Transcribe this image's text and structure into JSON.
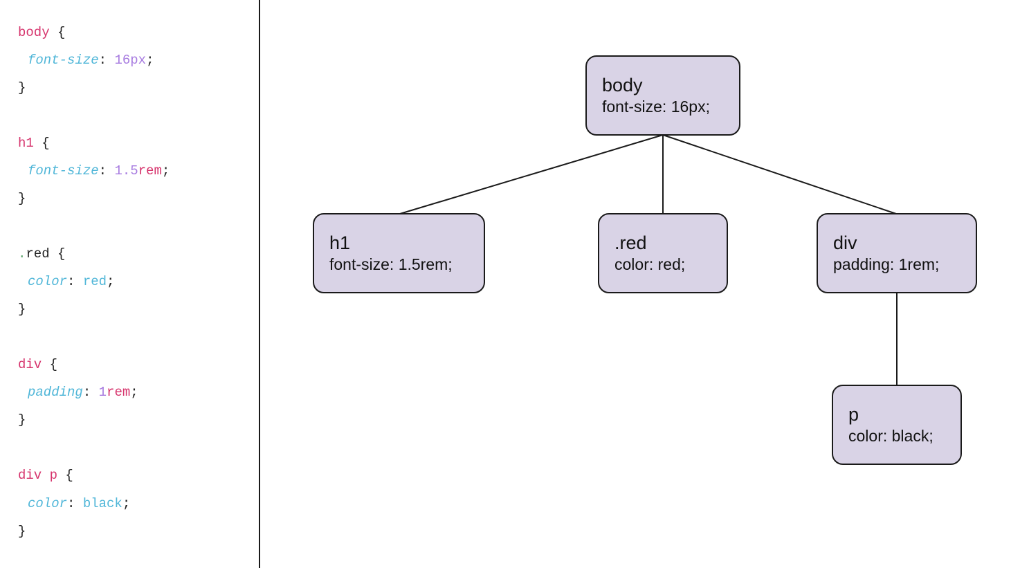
{
  "code": {
    "rules": [
      {
        "selector": "body",
        "prop": "font-size",
        "num": "16",
        "unit": "px",
        "val": ""
      },
      {
        "selector": "h1",
        "prop": "font-size",
        "num": "1.5",
        "unit": "rem",
        "val": ""
      },
      {
        "selector_dot": ".",
        "selector": "red",
        "prop": "color",
        "num": "",
        "unit": "",
        "val": "red"
      },
      {
        "selector": "div",
        "prop": "padding",
        "num": "1",
        "unit": "rem",
        "val": ""
      },
      {
        "selector": "div p",
        "prop": "color",
        "num": "",
        "unit": "",
        "val": "black"
      }
    ],
    "open_brace": " {",
    "close_brace": "}",
    "colon": ": ",
    "semicolon": ";"
  },
  "diagram": {
    "nodes": [
      {
        "title": "body",
        "rule": "font-size: 16px;"
      },
      {
        "title": "h1",
        "rule": "font-size: 1.5rem;"
      },
      {
        "title": ".red",
        "rule": "color: red;"
      },
      {
        "title": "div",
        "rule": "padding: 1rem;"
      },
      {
        "title": "p",
        "rule": "color: black;"
      }
    ],
    "edges": [
      {
        "from": "body",
        "to": "h1"
      },
      {
        "from": "body",
        "to": ".red"
      },
      {
        "from": "body",
        "to": "div"
      },
      {
        "from": "div",
        "to": "p"
      }
    ]
  },
  "colors": {
    "node_fill": "#d9d3e6",
    "node_border": "#1a1a1a",
    "selector": "#d6336c",
    "property": "#4fb6d8",
    "number": "#a77be0"
  }
}
